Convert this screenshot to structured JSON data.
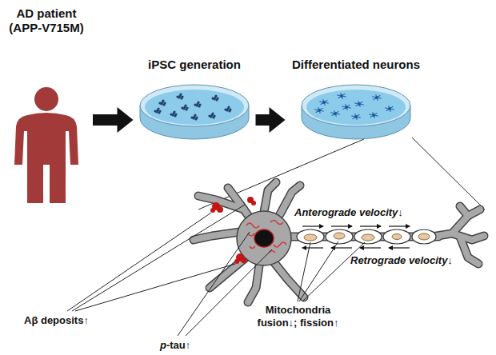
{
  "diagram": {
    "nodes": [
      {
        "text": [
          "AD patient (APP-V715M)"
        ]
      },
      {
        "text": [
          "iPSC generation"
        ]
      },
      {
        "text": [
          "Differentiated neurons"
        ]
      }
    ],
    "edges": [
      {
        "from": 0,
        "to": 1,
        "arrow": "to"
      },
      {
        "from": 1,
        "to": 2,
        "arrow": "to"
      }
    ],
    "labels": [
      "Anterograde velocity↓",
      "Retrograde velocity↓",
      "Mitochondria fusion↓; fission↑",
      "Aβ deposits↑",
      "p-tau↑"
    ]
  }
}
